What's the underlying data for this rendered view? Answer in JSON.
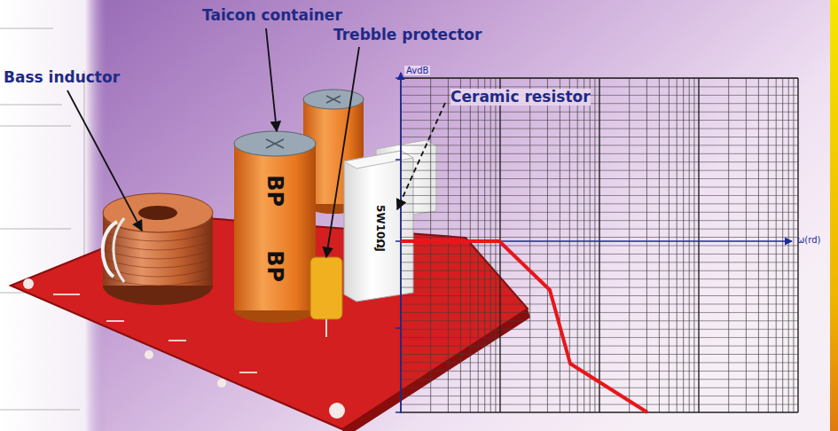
{
  "diagram": {
    "labels": [
      "Taicon container",
      "Trebble protector",
      "Bass inductor",
      "Ceramic resistor",
      "AvdB",
      "ω(rd)",
      "BP",
      "BP",
      "5W10ΩJ"
    ]
  }
}
